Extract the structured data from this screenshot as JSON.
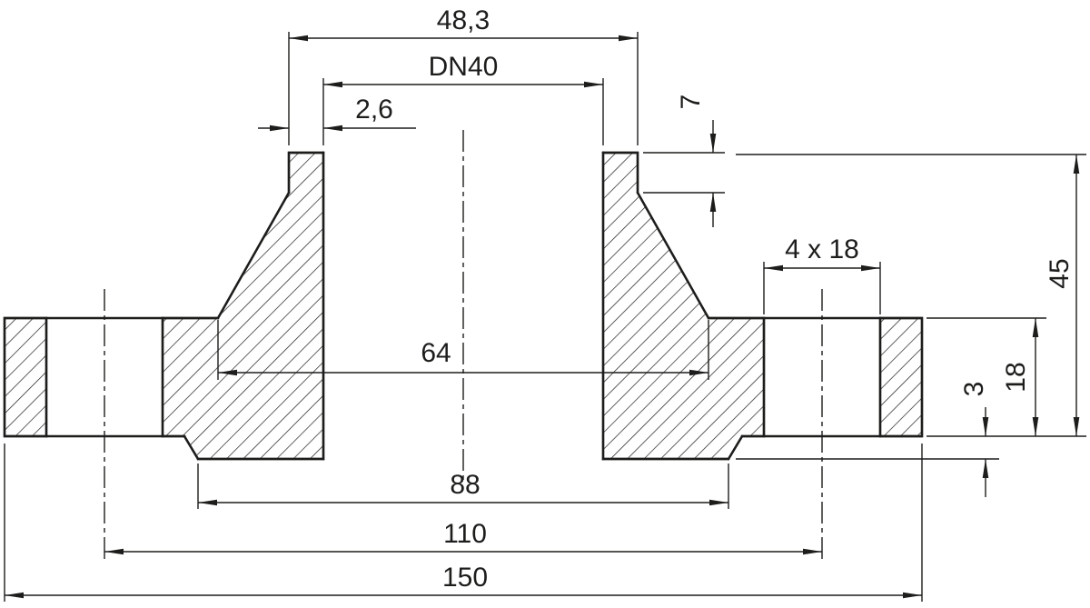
{
  "drawing": {
    "title": "Weld-neck flange cross-section",
    "type": "technical-drawing",
    "colors": {
      "line": "#1d1d1b",
      "background": "#ffffff"
    },
    "dimensions": {
      "pipe_od": {
        "label": "48,3",
        "meaning": "outer diameter of weld-neck pipe end"
      },
      "nominal": {
        "label": "DN40",
        "meaning": "nominal bore"
      },
      "wall_thickness": {
        "label": "2,6",
        "meaning": "pipe wall thickness"
      },
      "neck_height": {
        "label": "7",
        "meaning": "straight neck length"
      },
      "bolt_holes": {
        "label": "4 x 18",
        "meaning": "four bolt holes, 18 diameter"
      },
      "overall_height": {
        "label": "45",
        "meaning": "overall flange height"
      },
      "hub_diameter": {
        "label": "64",
        "meaning": "hub diameter at base"
      },
      "raised_face_height": {
        "label": "3",
        "meaning": "raised face height"
      },
      "flange_thickness": {
        "label": "18",
        "meaning": "flange plate thickness"
      },
      "raised_face_diameter": {
        "label": "88",
        "meaning": "raised face diameter"
      },
      "bolt_circle": {
        "label": "110",
        "meaning": "bolt circle diameter"
      },
      "outer_diameter": {
        "label": "150",
        "meaning": "flange outer diameter"
      }
    }
  }
}
